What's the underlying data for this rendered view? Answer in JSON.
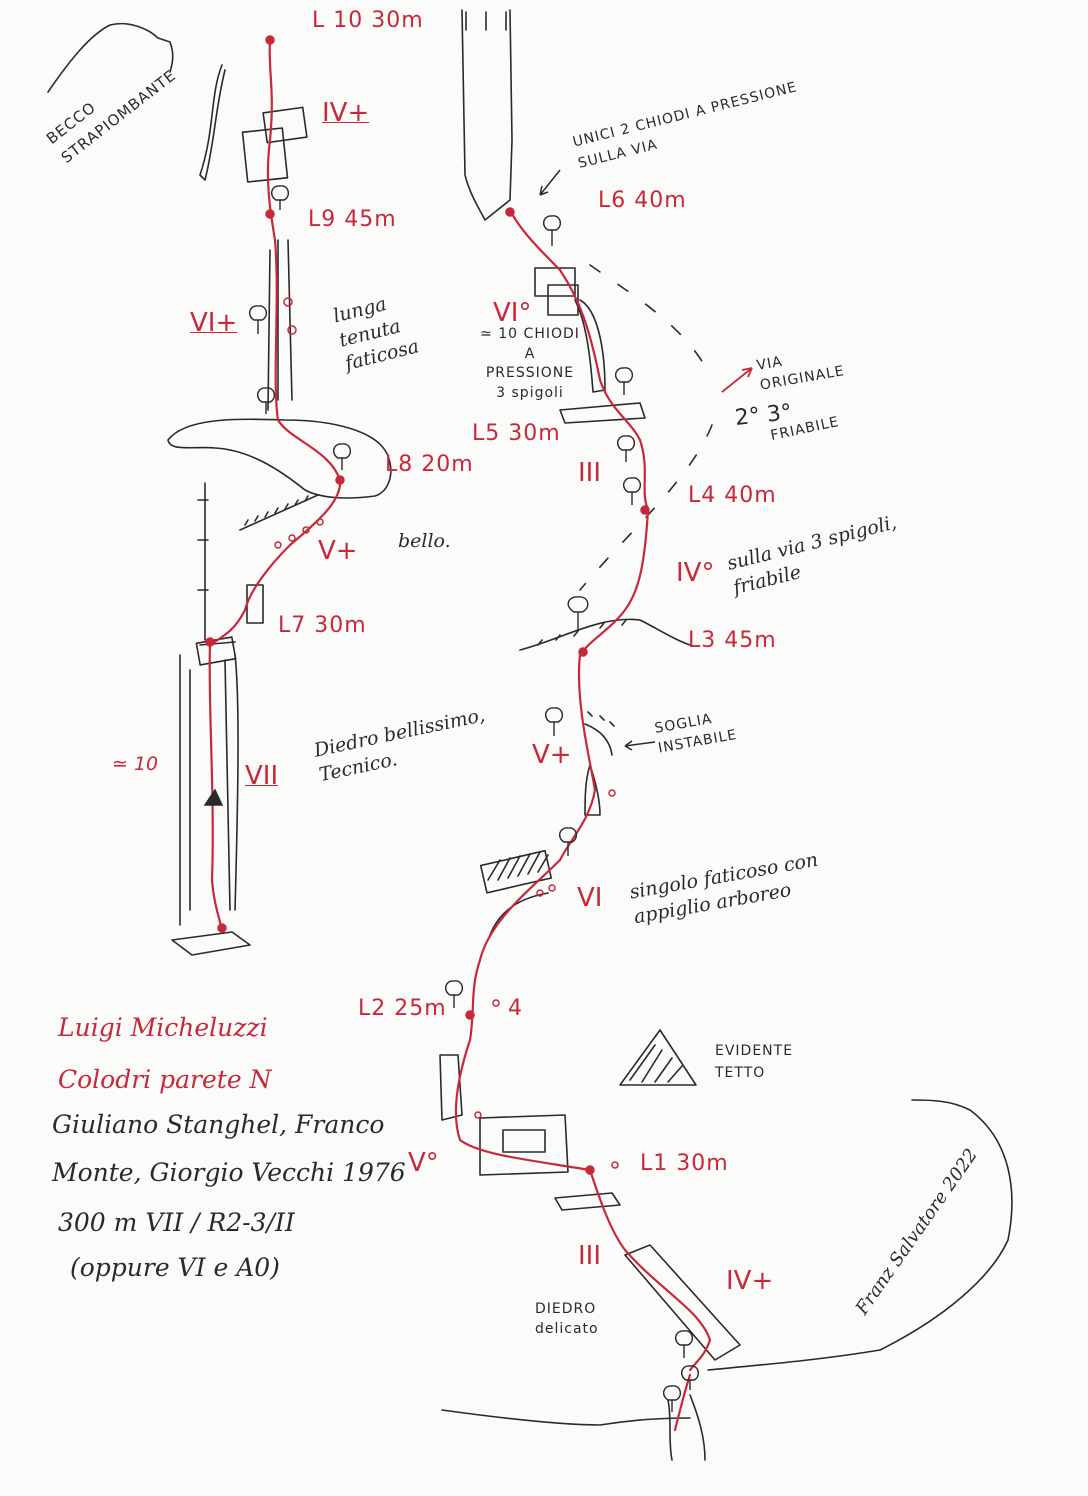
{
  "pitches": {
    "l10": "L 10 30m",
    "l9": "L9 45m",
    "l8": "L8 20m",
    "l7": "L7 30m",
    "l6": "L6 40m",
    "l5": "L5 30m",
    "l4": "L4 40m",
    "l3": "L3 45m",
    "l2": "L2 25m",
    "l1": "L1 30m"
  },
  "grades": {
    "g_l10": "IV+",
    "g_l9": "VI+",
    "g_l8": "V+",
    "g_l7": "VII",
    "g_l6": "VI°",
    "g_l5": "III",
    "g_l4": "IV°",
    "g_l3": "V+",
    "g_l2": "VI",
    "g_l2_lower": "V°",
    "g_l1": "III",
    "g_l1_right": "IV+",
    "orig_grade": "2° 3°"
  },
  "notes": {
    "becco": "BECCO STRAPIOMBANTE",
    "lunga": "lunga tenuta faticosa",
    "unici": "UNICI 2 CHIODI A PRESSIONE SULLA VIA",
    "dieci_chiodi": "≃ 10 CHIODI A PRESSIONE 3 spigoli",
    "via_orig": "VIA ORIGINALE",
    "friabile": "FRIABILE",
    "bello": "bello.",
    "sulla_via": "sulla via 3 spigoli, friabile",
    "diedro_bell": "Diedro bellissimo, Tecnico.",
    "approx10": "≃ 10",
    "soglia": "SOGLIA INSTABILE",
    "singolo": "singolo faticoso con appiglio arboreo",
    "evidente": "EVIDENTE TETTO",
    "diedro_del": "DIEDRO delicato",
    "signature": "Franz Salvatore 2022",
    "pitch_l2_marker": "4"
  },
  "info": {
    "line1": "Luigi Micheluzzi",
    "line2": "Colodri parete N",
    "line3": "Giuliano Stanghel, Franco",
    "line4": "Monte, Giorgio Vecchi 1976",
    "line5": "300 m VII / R2-3/II",
    "line6": "(oppure VI e A0)"
  },
  "colors": {
    "route": "#c8283a",
    "ink": "#2a2a2a",
    "paper": "#fbfbf9"
  }
}
